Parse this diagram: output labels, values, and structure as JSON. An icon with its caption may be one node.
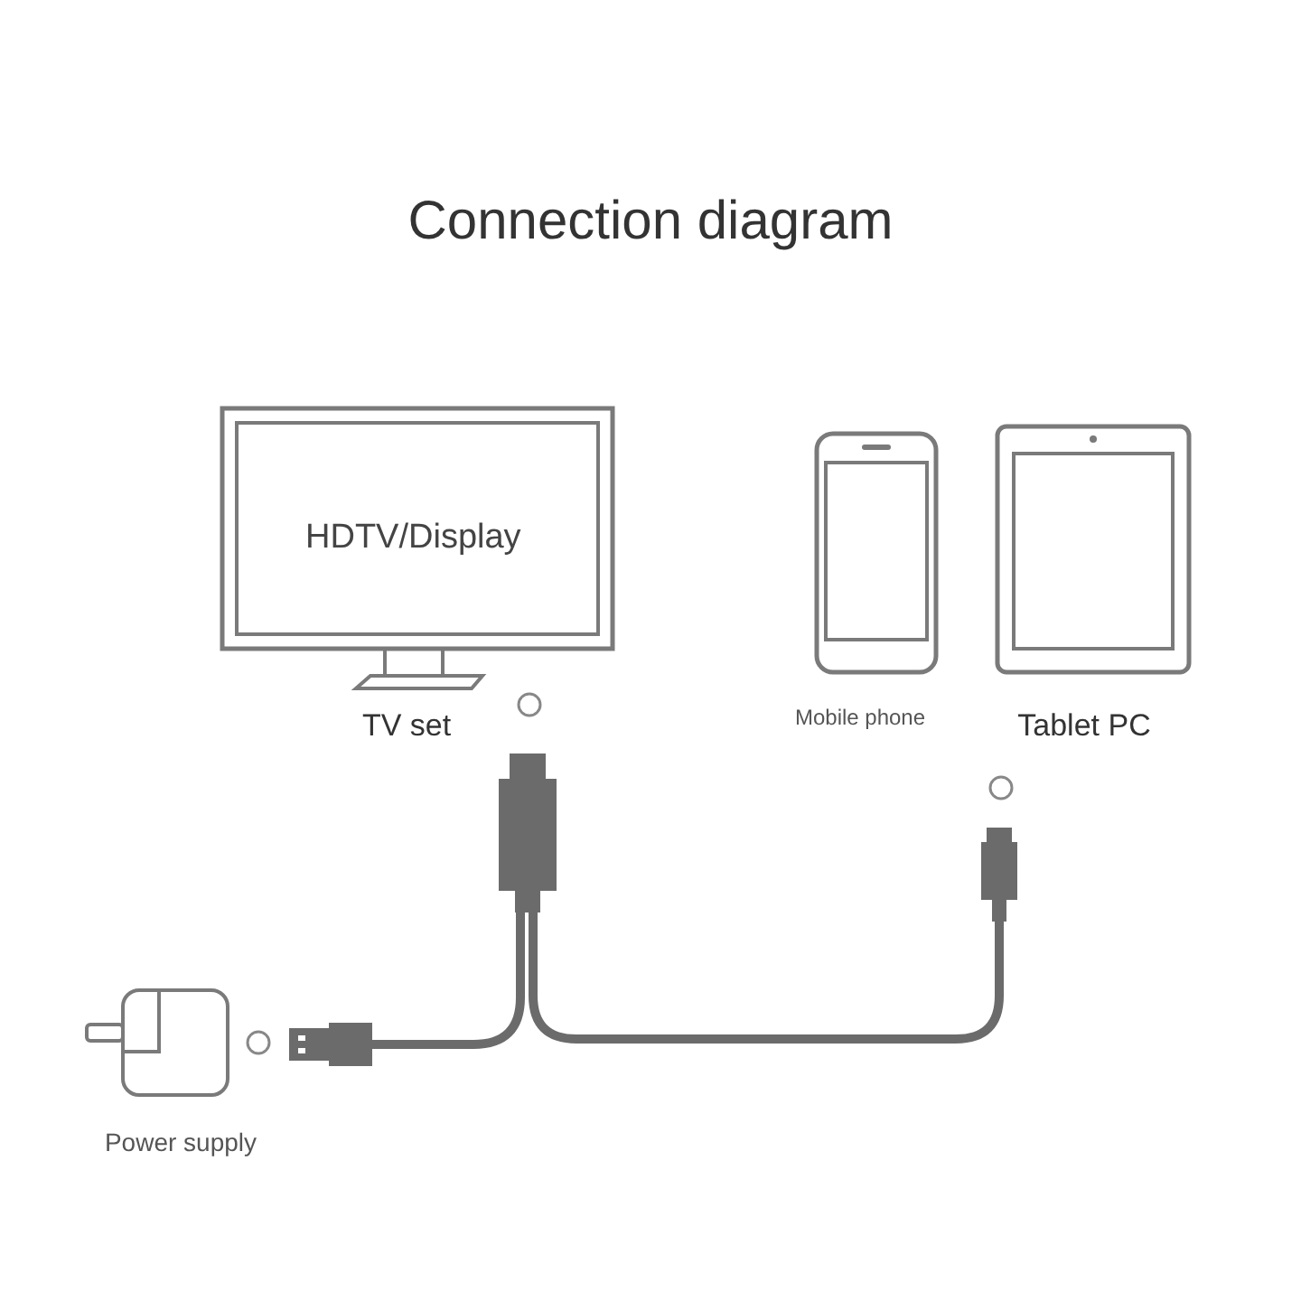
{
  "diagram": {
    "title": "Connection diagram",
    "nodes": [
      {
        "text": [
          "HDTV/Display"
        ],
        "beside": [
          "TV set"
        ]
      },
      {
        "text": [],
        "shape": "picture",
        "beside": [
          "Mobile phone"
        ]
      },
      {
        "text": [],
        "shape": "picture",
        "beside": [
          "Tablet PC"
        ]
      },
      {
        "text": [],
        "shape": "picture",
        "beside": [
          "Power supply"
        ]
      },
      {
        "text": [],
        "shape": "bar"
      },
      {
        "text": [],
        "shape": "bar"
      },
      {
        "text": [],
        "shape": "bar"
      }
    ],
    "edges": [
      {
        "from": 5,
        "to": 4,
        "arrow": "none"
      },
      {
        "from": 6,
        "to": 4,
        "arrow": "none"
      }
    ]
  }
}
